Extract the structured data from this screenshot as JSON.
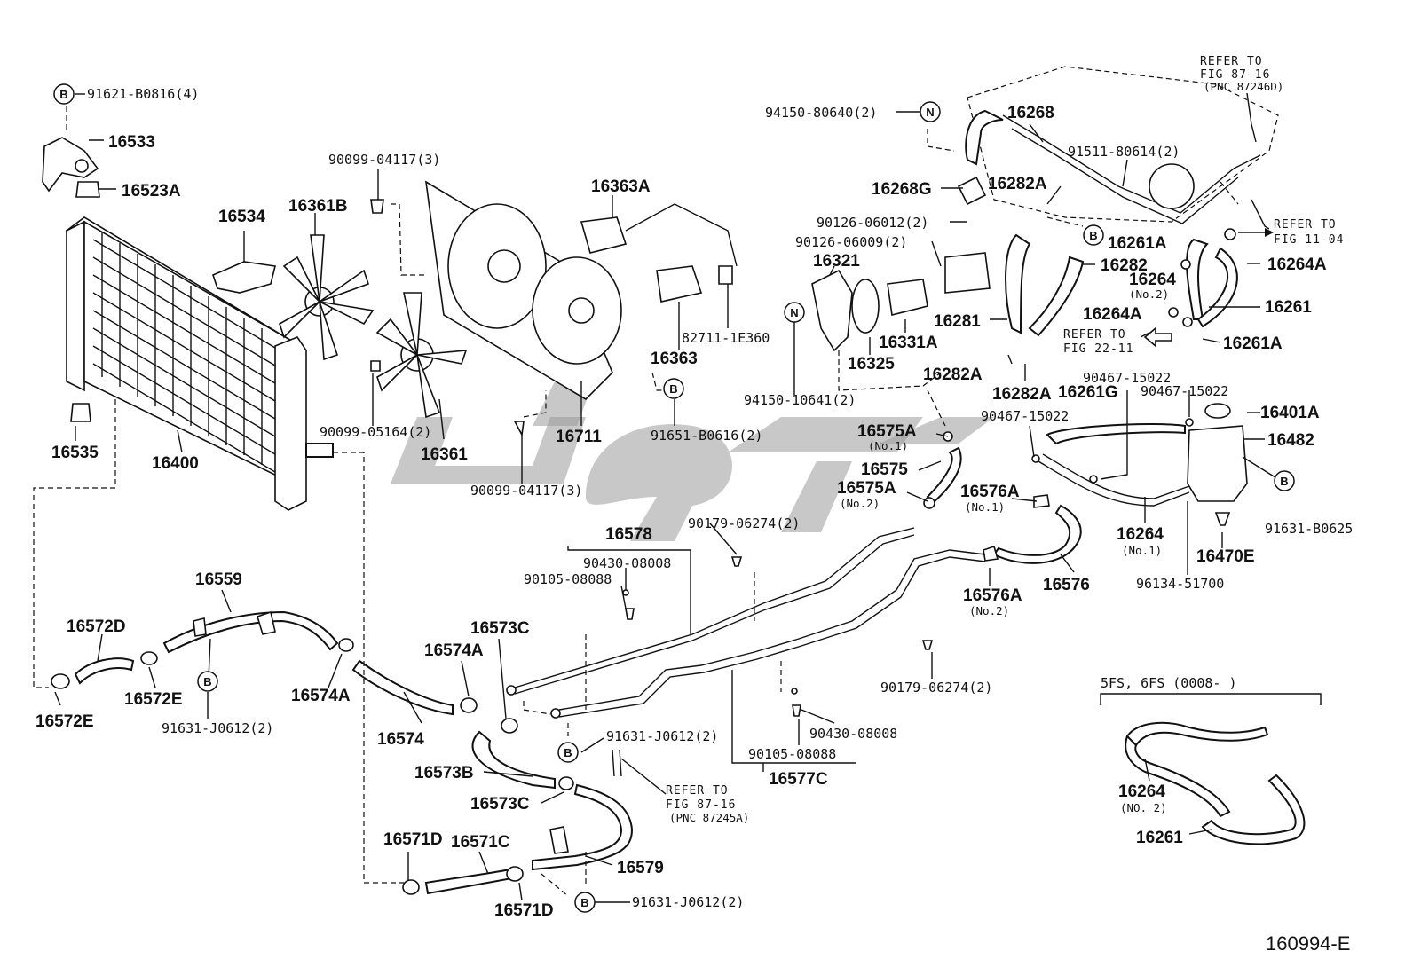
{
  "figure_id": "160994-E",
  "watermark_logo": "logo watermark",
  "icons": {
    "circle_b": "B",
    "circle_n": "N"
  },
  "labels": {
    "p91621": "91621-B0816(4)",
    "p16533": "16533",
    "p16523A": "16523A",
    "p16534": "16534",
    "p16361B": "16361B",
    "p90099a": "90099-04117(3)",
    "p16363A": "16363A",
    "p16363": "16363",
    "p82711": "82711-1E360",
    "p91651": "91651-B0616(2)",
    "p16711": "16711",
    "p90099b": "90099-05164(2)",
    "p16361": "16361",
    "p90099c": "90099-04117(3)",
    "p16400": "16400",
    "p16535": "16535",
    "p94150a": "94150-80640(2)",
    "p16268": "16268",
    "p91511": "91511-80614(2)",
    "p16268G": "16268G",
    "p16282A1": "16282A",
    "p90126a": "90126-06012(2)",
    "p90126b": "90126-06009(2)",
    "p16321": "16321",
    "p16331A": "16331A",
    "p16325": "16325",
    "p16281": "16281",
    "p16282": "16282",
    "p16282A2": "16282A",
    "p16282A3": "16282A",
    "p94150b": "94150-10641(2)",
    "p16261A1": "16261A",
    "p16264A1": "16264A",
    "p16264a": "16264",
    "p16264a_no": "(No.2)",
    "p16264A2": "16264A",
    "p16261": "16261",
    "p16261A2": "16261A",
    "p90467a": "90467-15022",
    "p16261G": "16261G",
    "p90467b": "90467-15022",
    "p90467c": "90467-15022",
    "p16401A": "16401A",
    "p16482": "16482",
    "p91631a": "91631-B0625",
    "p16470E": "16470E",
    "p16264b": "16264",
    "p16264b_no": "(No.1)",
    "p96134": "96134-51700",
    "p16575A1": "16575A",
    "p16575A1_no": "(No.1)",
    "p16575": "16575",
    "p16575A2": "16575A",
    "p16575A2_no": "(No.2)",
    "p16576A1": "16576A",
    "p16576A1_no": "(No.1)",
    "p16576A2": "16576A",
    "p16576A2_no": "(No.2)",
    "p16576": "16576",
    "p90179a": "90179-06274(2)",
    "p90179b": "90179-06274(2)",
    "p16578": "16578",
    "p90430a": "90430-08008",
    "p90105a": "90105-08088",
    "p90430b": "90430-08008",
    "p90105b": "90105-08088",
    "p16577C": "16577C",
    "p16559": "16559",
    "p16572D": "16572D",
    "p16572E1": "16572E",
    "p16572E2": "16572E",
    "p91631b": "91631-J0612(2)",
    "p16574A1": "16574A",
    "p16574A2": "16574A",
    "p16574": "16574",
    "p16573C1": "16573C",
    "p16573C2": "16573C",
    "p16573B": "16573B",
    "p91631c": "91631-J0612(2)",
    "p16579": "16579",
    "p16571D1": "16571D",
    "p16571C": "16571C",
    "p16571D2": "16571D",
    "p91631d": "91631-J0612(2)",
    "p5fs": "5FS, 6FS (0008-          )",
    "p16264c": "16264",
    "p16264c_no": "(NO. 2)",
    "p16261b": "16261"
  },
  "references": {
    "ref1_l1": "REFER TO",
    "ref1_l2": "FIG 87-16",
    "ref1_l3": "(PNC 87246D)",
    "ref2_l1": "REFER TO",
    "ref2_l2": "FIG 11-04",
    "ref3_l1": "REFER TO",
    "ref3_l2": "FIG 22-11",
    "ref4_l1": "REFER TO",
    "ref4_l2": "FIG 87-16",
    "ref4_l3": "(PNC 87245A)"
  }
}
